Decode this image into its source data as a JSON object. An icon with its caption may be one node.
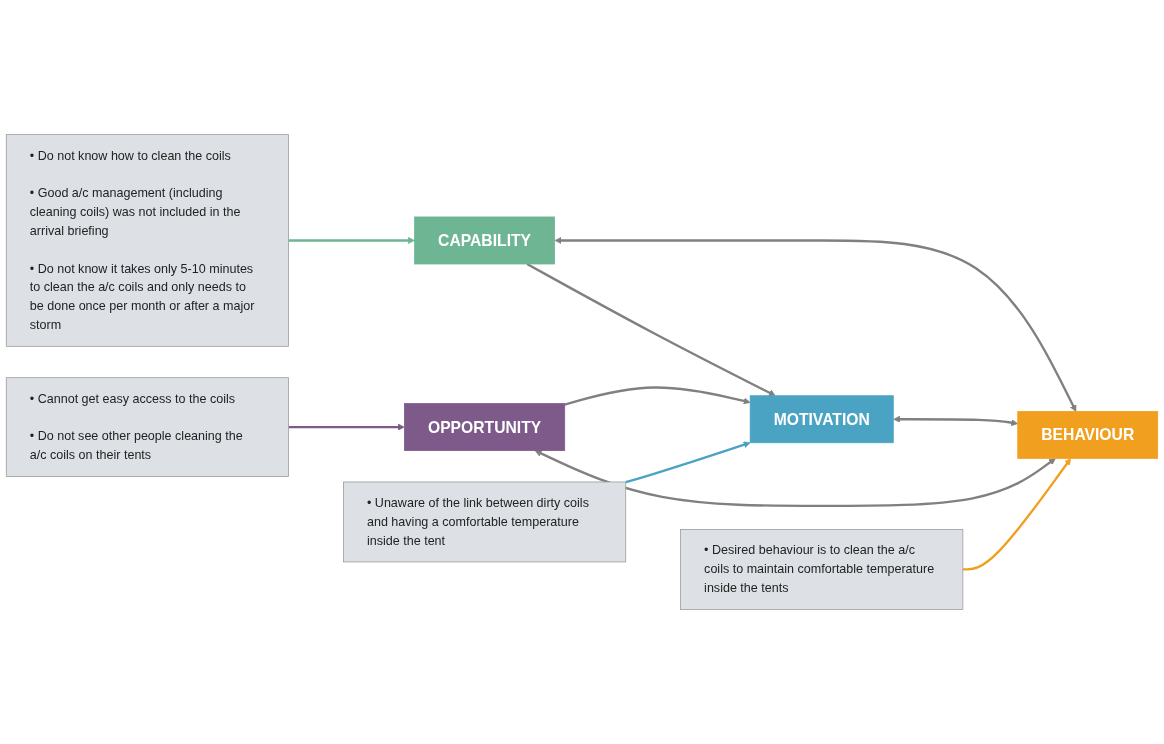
{
  "diagram": {
    "nodes": [
      {
        "text": [
          "CAPABILITY"
        ]
      },
      {
        "text": [
          "MOTIVATION"
        ]
      },
      {
        "text": [
          "OPPORTUNITY"
        ]
      },
      {
        "text": [
          "BEHAVIOUR"
        ]
      },
      {
        "text": [
          "• Do not know how to clean the coils",
          "• Good a/c management (including cleaning coils) was not included in the arrival briefing",
          "• Do not know it takes only 5-10 minutes to clean the a/c coils and only needs to be done once per month or after a major storm"
        ]
      },
      {
        "text": [
          "• Desired behaviour is to clean the a/c coils to maintain comfortable temperature inside the tents"
        ]
      },
      {
        "text": [
          "• Unaware of the link between dirty coils and having a comfortable temperature inside the tent"
        ]
      },
      {
        "text": [
          "• Cannot get easy access to the coils",
          "• Do not see other people cleaning the a/c coils on their tents"
        ]
      }
    ],
    "edges": [
      {
        "from": 4,
        "to": 0,
        "arrow": "to",
        "color": "#6db593"
      },
      {
        "from": 0,
        "to": 1,
        "arrow": "to"
      },
      {
        "from": 2,
        "to": 1,
        "arrow": "to"
      },
      {
        "from": 0,
        "to": 3,
        "arrow": "both"
      },
      {
        "from": 1,
        "to": 3,
        "arrow": "both"
      },
      {
        "from": 2,
        "to": 3,
        "arrow": "both"
      },
      {
        "from": 6,
        "to": 1,
        "arrow": "to",
        "color": "#4aa3c3"
      },
      {
        "from": 5,
        "to": 3,
        "arrow": "to",
        "color": "#f0a01e"
      },
      {
        "from": 7,
        "to": 2,
        "arrow": "to",
        "color": "#7d5a8a"
      }
    ]
  }
}
